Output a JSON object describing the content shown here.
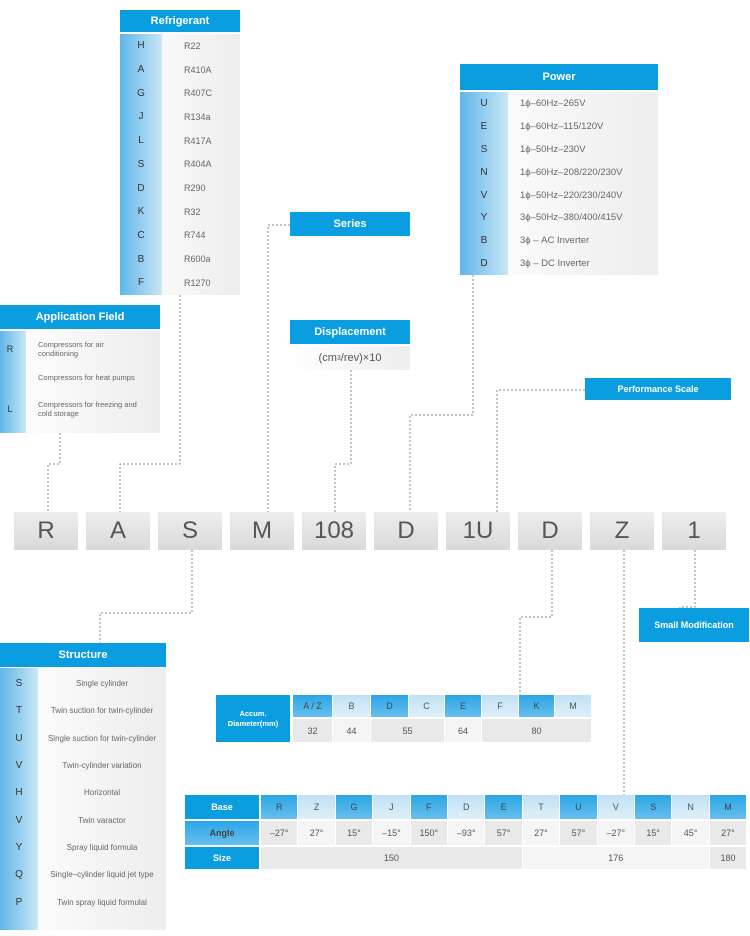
{
  "refrigerant": {
    "title": "Refrigerant",
    "items": [
      {
        "code": "H",
        "value": "R22"
      },
      {
        "code": "A",
        "value": "R410A"
      },
      {
        "code": "G",
        "value": "R407C"
      },
      {
        "code": "J",
        "value": "R134a"
      },
      {
        "code": "L",
        "value": "R417A"
      },
      {
        "code": "S",
        "value": "R404A"
      },
      {
        "code": "D",
        "value": "R290"
      },
      {
        "code": "K",
        "value": "R32"
      },
      {
        "code": "C",
        "value": "R744"
      },
      {
        "code": "B",
        "value": "R600a"
      },
      {
        "code": "F",
        "value": "R1270"
      }
    ]
  },
  "power": {
    "title": "Power",
    "items": [
      {
        "code": "U",
        "value": "1ϕ–60Hz–265V"
      },
      {
        "code": "E",
        "value": "1ϕ–60Hz–115/120V"
      },
      {
        "code": "S",
        "value": "1ϕ–50Hz–230V"
      },
      {
        "code": "N",
        "value": "1ϕ–60Hz–208/220/230V"
      },
      {
        "code": "V",
        "value": "1ϕ–50Hz–220/230/240V"
      },
      {
        "code": "Y",
        "value": "3ϕ–50Hz–380/400/415V"
      },
      {
        "code": "B",
        "value": "3ϕ – AC Inverter"
      },
      {
        "code": "D",
        "value": "3ϕ – DC Inverter"
      }
    ]
  },
  "series": {
    "title": "Series"
  },
  "displacement": {
    "title": "Displacement",
    "unit_pre": "(cm",
    "unit_sup": "3",
    "unit_post": "/rev)×10"
  },
  "performance": {
    "title": "Performance Scale"
  },
  "application": {
    "title": "Application Field",
    "items": [
      {
        "code": "R",
        "value": "Compressors for air conditioning"
      },
      {
        "code": "",
        "value": "Compressors for heat pumps"
      },
      {
        "code": "L",
        "value": "Compressors for freezing and cold storage"
      }
    ]
  },
  "model_code": [
    "R",
    "A",
    "S",
    "M",
    "108",
    "D",
    "1U",
    "D",
    "Z",
    "1"
  ],
  "small_mod": {
    "title": "Small Modification"
  },
  "structure": {
    "title": "Structure",
    "items": [
      {
        "code": "S",
        "value": "Single cylinder"
      },
      {
        "code": "T",
        "value": "Twin suction for twin-cylinder"
      },
      {
        "code": "U",
        "value": "Single suction for twin-cylinder"
      },
      {
        "code": "V",
        "value": "Twin-cylinder variation"
      },
      {
        "code": "H",
        "value": "Horizontal"
      },
      {
        "code": "V",
        "value": "Twin varactor"
      },
      {
        "code": "Y",
        "value": "Spray liquid formula"
      },
      {
        "code": "Q",
        "value": "Single–cylinder liquid jet type"
      },
      {
        "code": "P",
        "value": "Twin spray liquid formulal"
      }
    ]
  },
  "accum": {
    "label": "Accum. Diameter(mm)",
    "codes": [
      "A / Z",
      "B",
      "D",
      "C",
      "E",
      "F",
      "K",
      "M"
    ],
    "values": [
      "32",
      "44",
      "55",
      "64",
      "80"
    ]
  },
  "base": {
    "row1_label": "Base",
    "row2_label": "Angle",
    "row3_label": "Size",
    "codes": [
      "R",
      "Z",
      "G",
      "J",
      "F",
      "D",
      "E",
      "T",
      "U",
      "V",
      "S",
      "N",
      "M"
    ],
    "angles": [
      "–27°",
      "27°",
      "15°",
      "–15°",
      "150°",
      "–93°",
      "57°",
      "27°",
      "57°",
      "–27°",
      "15°",
      "45°",
      "27°"
    ],
    "sizes": [
      "150",
      "176",
      "180"
    ]
  }
}
